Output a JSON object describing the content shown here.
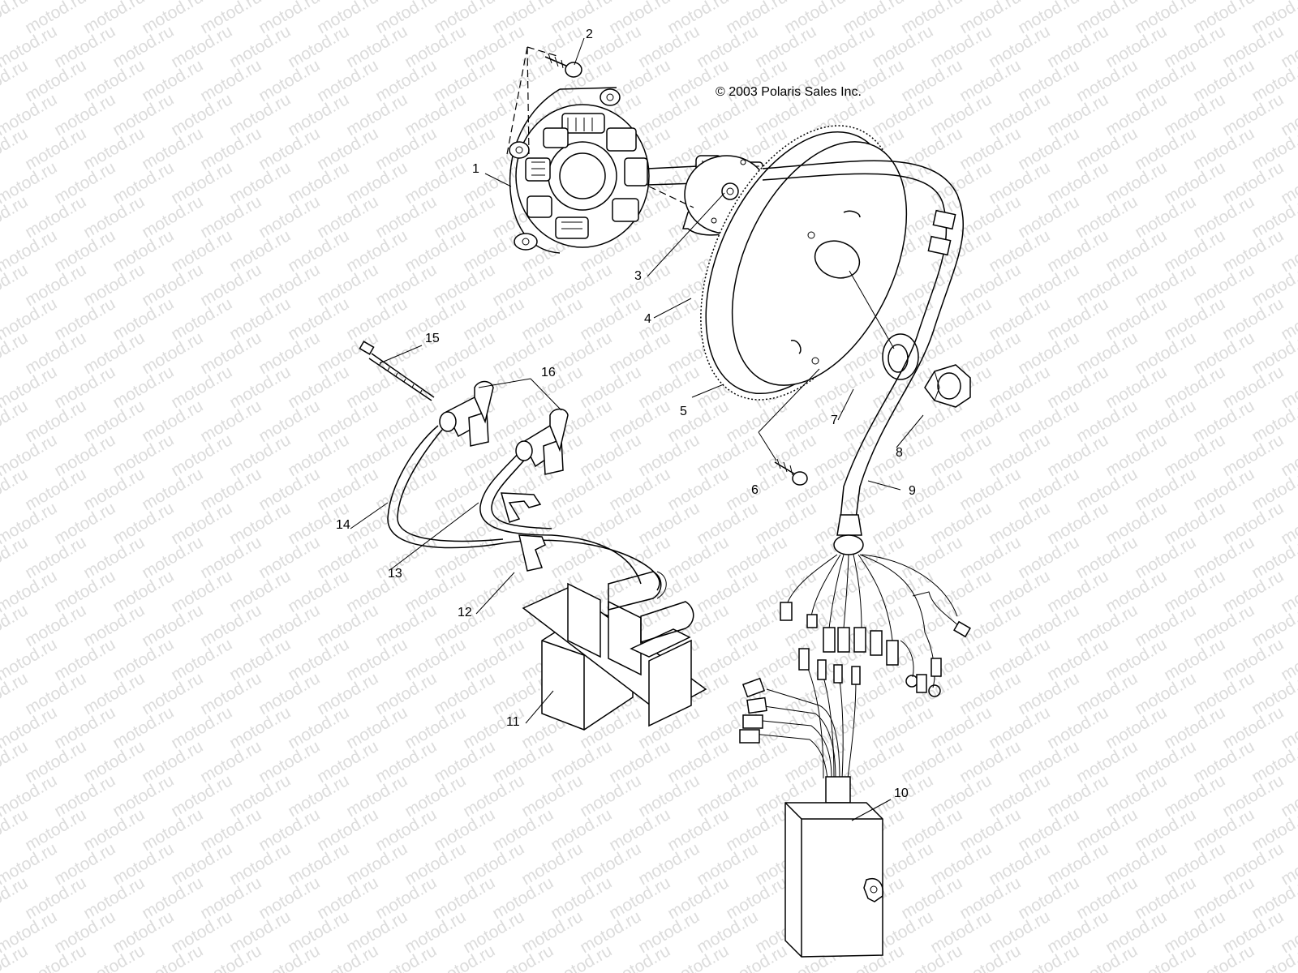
{
  "copyright": "© 2003 Polaris Sales Inc.",
  "watermark": "motod.ru",
  "callouts": [
    "1",
    "2",
    "3",
    "4",
    "5",
    "6",
    "7",
    "8",
    "9",
    "10",
    "11",
    "12",
    "13",
    "14",
    "15",
    "16"
  ],
  "colors": {
    "line": "#000000",
    "background": "#ffffff",
    "watermark": "#dcdcdc"
  }
}
